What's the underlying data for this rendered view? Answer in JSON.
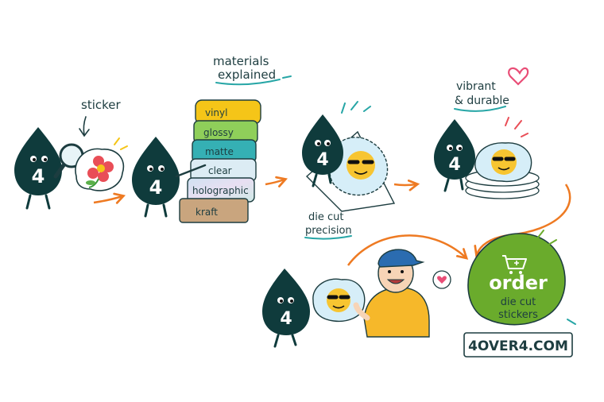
{
  "mascot": {
    "glyph": "4",
    "body_color": "#0f3b3c",
    "icon": "ink-drop-mascot-icon"
  },
  "steps": {
    "sticker": {
      "label": "sticker"
    },
    "materials": {
      "title_line1": "materials",
      "title_line2": "explained",
      "items": [
        "vinyl",
        "glossy",
        "matte",
        "clear",
        "holographic",
        "kraft"
      ],
      "colors": [
        "#f5c518",
        "#8fcf5a",
        "#35b0b4",
        "#dcecf4",
        "#d8dde4",
        "#c9a57e"
      ]
    },
    "die_cut": {
      "label_line1": "die cut",
      "label_line2": "precision"
    },
    "durable": {
      "label_line1": "vibrant",
      "label_line2": "& durable"
    }
  },
  "cta": {
    "line1": "order",
    "line2": "die cut",
    "line3": "stickers",
    "url": "4OVER4.COM",
    "circle_color": "#6aab2c",
    "cart_icon": "shopping-cart-icon"
  },
  "colors": {
    "arrow": "#ee7a22",
    "accent_teal": "#27a6a6",
    "heart": "#e94e77"
  }
}
